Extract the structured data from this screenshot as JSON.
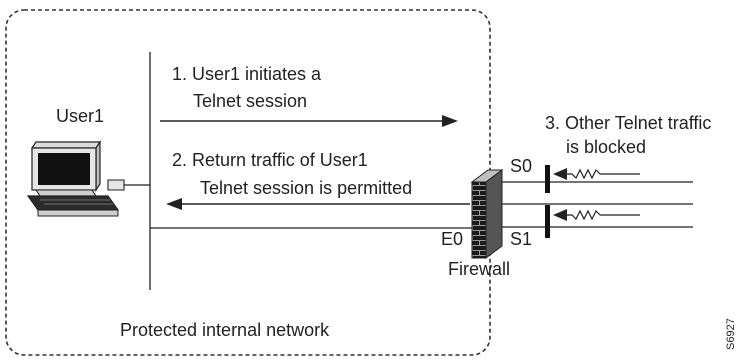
{
  "diagram": {
    "user_label": "User1",
    "step1_line1": "1. User1 initiates a",
    "step1_line2": "Telnet session",
    "step2_line1": "2. Return traffic of User1",
    "step2_line2": "Telnet session is permitted",
    "step3_line1": "3. Other Telnet traffic",
    "step3_line2": "is blocked",
    "s0_label": "S0",
    "s1_label": "S1",
    "e0_label": "E0",
    "firewall_label": "Firewall",
    "network_label": "Protected internal network",
    "figure_id": "S6927"
  },
  "colors": {
    "line": "#222222",
    "border_dash": "#333333",
    "firewall_dark": "#111111",
    "firewall_mid": "#555555",
    "firewall_light": "#b5b5b5",
    "pc_fill": "#e6e6e6"
  }
}
